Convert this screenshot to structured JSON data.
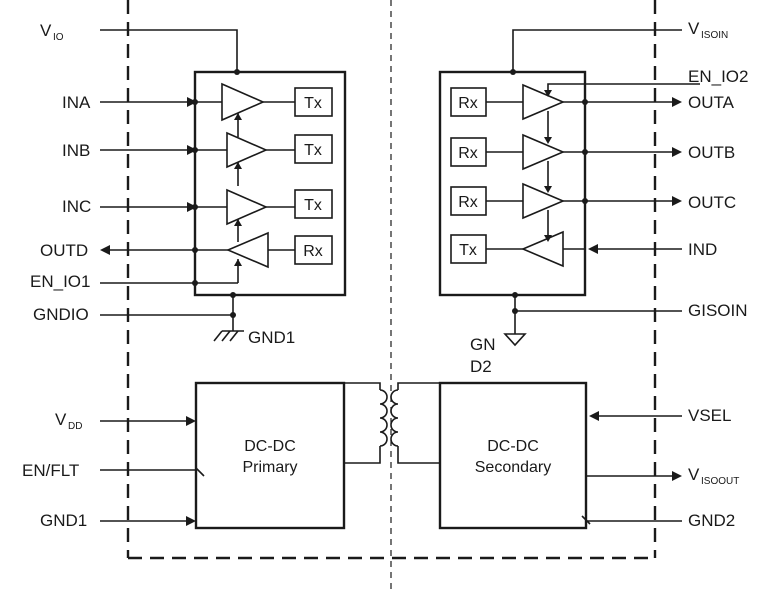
{
  "pins_left": {
    "vio": "V",
    "vio_sub": "IO",
    "ina": "INA",
    "inb": "INB",
    "inc": "INC",
    "outd": "OUTD",
    "en_io1": "EN_IO1",
    "gndio": "GNDIO",
    "vdd": "V",
    "vdd_sub": "DD",
    "en_flt": "EN/FLT",
    "gnd1": "GND1"
  },
  "pins_right": {
    "visoin": "V",
    "visoin_sub": "ISOIN",
    "en_io2": "EN_IO2",
    "outa": "OUTA",
    "outb": "OUTB",
    "outc": "OUTC",
    "ind": "IND",
    "gisoin": "GISOIN",
    "vsel": "VSEL",
    "visoout": "V",
    "visoout_sub": "ISOOUT",
    "gnd2": "GND2"
  },
  "grounds": {
    "gnd1": "GND1",
    "gnd2_line1": "GN",
    "gnd2_line2": "D2"
  },
  "blocks": {
    "tx": "Tx",
    "rx": "Rx",
    "primary_line1": "DC-DC",
    "primary_line2": "Primary",
    "secondary_line1": "DC-DC",
    "secondary_line2": "Secondary"
  }
}
